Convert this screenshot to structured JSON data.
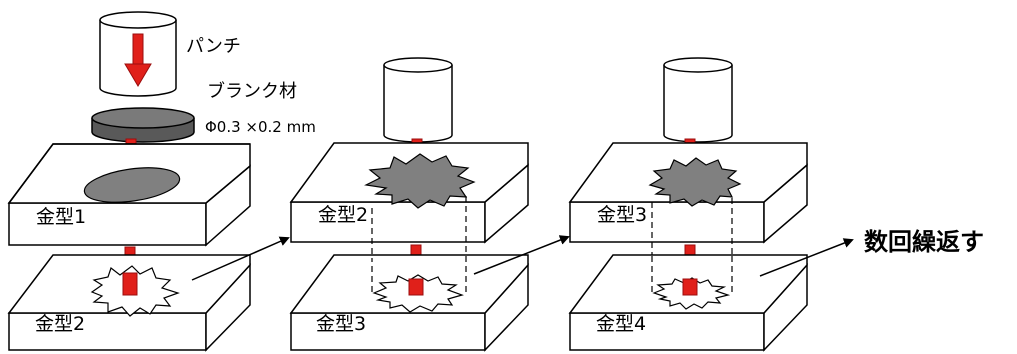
{
  "labels": {
    "punch": "パンチ",
    "blank": "ブランク材",
    "dimension": "Φ0.3 ×0.2 mm",
    "repeat": "数回繰返す"
  },
  "dies": {
    "s1_top": "金型1",
    "s1_bottom": "金型2",
    "s2_top": "金型2",
    "s2_bottom": "金型3",
    "s3_top": "金型3",
    "s3_bottom": "金型4"
  },
  "colors": {
    "arrow": "#e0201a",
    "arrow_outline": "#9b0d0d",
    "blank_dark": "#595959",
    "shape_fill": "#808080",
    "line": "#000000"
  }
}
